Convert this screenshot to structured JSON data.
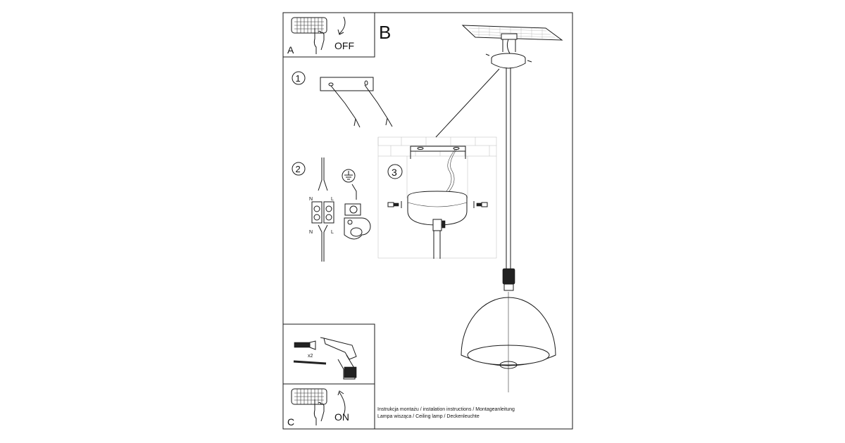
{
  "panels": {
    "a": {
      "letter": "A",
      "action": "OFF"
    },
    "b": {
      "letter": "B"
    },
    "c": {
      "letter": "C",
      "action": "ON"
    }
  },
  "steps": [
    {
      "number": "1"
    },
    {
      "number": "2",
      "labels": {
        "n_top": "N",
        "l_top": "L",
        "n_bottom": "N",
        "l_bottom": "L"
      }
    },
    {
      "number": "3"
    }
  ],
  "drill_panel": {
    "quantity": "x2"
  },
  "footer": {
    "line1": "Instrukcja montażu / instalation instructions / Montageanleitung",
    "line2": "Lampa wisząca / Ceiling lamp  / Deckenleuchte"
  }
}
